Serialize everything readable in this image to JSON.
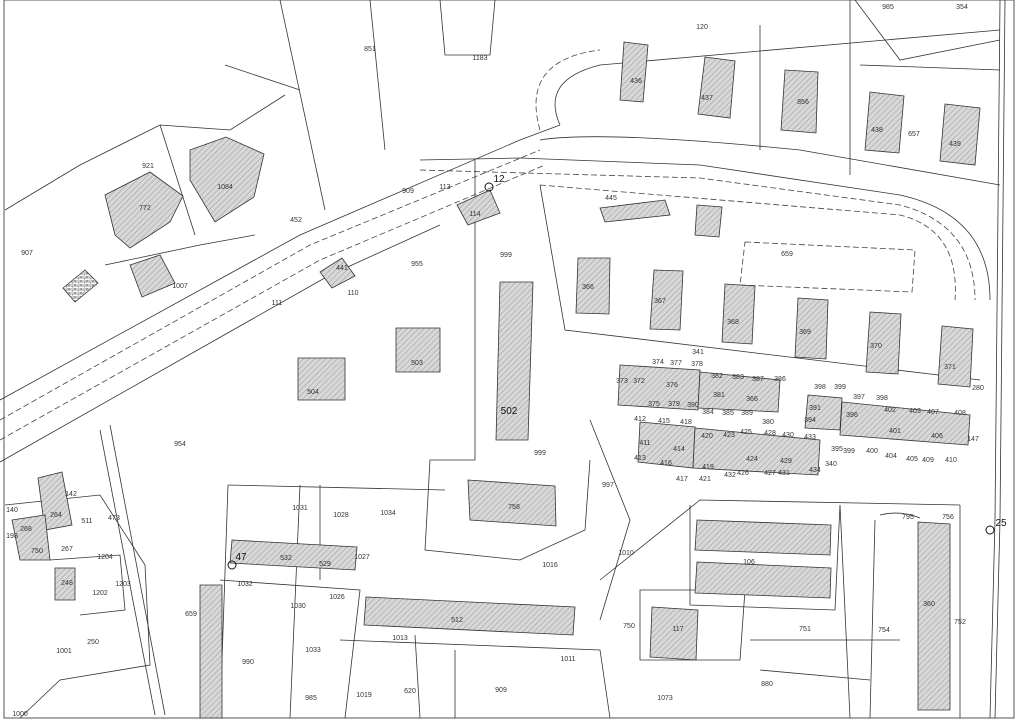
{
  "map": {
    "title_marker": "502",
    "point_labels": [
      "12",
      "25",
      "47"
    ],
    "parcels": [
      "851",
      "1183",
      "120",
      "354",
      "985",
      "436",
      "437",
      "856",
      "438",
      "657",
      "439",
      "921",
      "772",
      "1084",
      "907",
      "1007",
      "452",
      "909",
      "113",
      "114",
      "445",
      "999",
      "955",
      "441",
      "110",
      "111",
      "659",
      "366",
      "367",
      "368",
      "369",
      "370",
      "371",
      "341",
      "280",
      "503",
      "504",
      "954",
      "999",
      "997",
      "147",
      "142",
      "140",
      "264",
      "511",
      "473",
      "268",
      "198",
      "750",
      "267",
      "1204",
      "1203",
      "248",
      "1202",
      "250",
      "1001",
      "1000",
      "1031",
      "1028",
      "1034",
      "758",
      "532",
      "529",
      "1027",
      "1016",
      "1010",
      "106",
      "795",
      "756",
      "1032",
      "1030",
      "1026",
      "659",
      "512",
      "1013",
      "1011",
      "750",
      "117",
      "751",
      "754",
      "360",
      "752",
      "1033",
      "990",
      "985",
      "1019",
      "620",
      "909",
      "1073",
      "880"
    ],
    "block_parcels": [
      "373",
      "372",
      "376",
      "374",
      "377",
      "378",
      "375",
      "379",
      "390",
      "382",
      "383",
      "387",
      "386",
      "381",
      "366",
      "384",
      "385",
      "389",
      "380",
      "412",
      "415",
      "418",
      "420",
      "423",
      "425",
      "428",
      "430",
      "433",
      "411",
      "414",
      "413",
      "416",
      "419",
      "424",
      "429",
      "417",
      "421",
      "432",
      "426",
      "427",
      "431",
      "434",
      "340",
      "395",
      "399",
      "400",
      "404",
      "405",
      "409",
      "410",
      "391",
      "394",
      "396",
      "398",
      "399",
      "397",
      "398",
      "402",
      "403",
      "407",
      "408",
      "401",
      "406"
    ]
  }
}
